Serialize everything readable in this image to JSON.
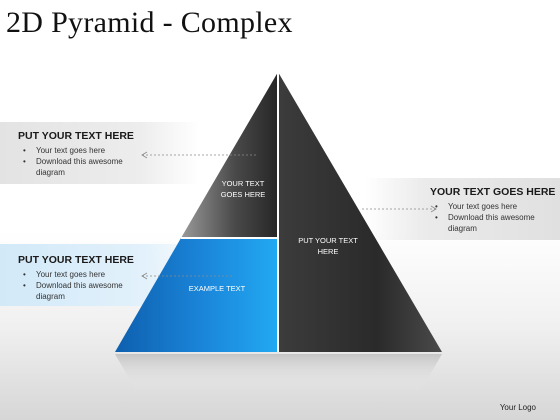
{
  "title": "2D Pyramid - Complex",
  "pyramid": {
    "segments": [
      {
        "id": "top-left",
        "label": "YOUR TEXT\nGOES HERE",
        "color": "#2b2b2b"
      },
      {
        "id": "bottom-left",
        "label": "EXAMPLE TEXT",
        "color": "#1a8fe0"
      },
      {
        "id": "right",
        "label": "PUT YOUR TEXT\nHERE",
        "color": "#2e2e2e"
      }
    ]
  },
  "callouts": {
    "left_top": {
      "heading": "PUT YOUR TEXT HERE",
      "bullets": [
        "Your text goes here",
        "Download this awesome diagram"
      ]
    },
    "left_bottom": {
      "heading": "PUT YOUR TEXT HERE",
      "bullets": [
        "Your text goes here",
        "Download this awesome diagram"
      ]
    },
    "right": {
      "heading": "YOUR TEXT GOES HERE",
      "bullets": [
        "Your text goes here",
        "Download this awesome diagram"
      ]
    }
  },
  "footer": {
    "logo": "Your Logo"
  },
  "colors": {
    "dark_segment": "#2b2b2b",
    "blue_segment": "#1a8fe0",
    "left_gray_band": "#e5e5e5",
    "left_blue_band": "#d6ecf9"
  }
}
